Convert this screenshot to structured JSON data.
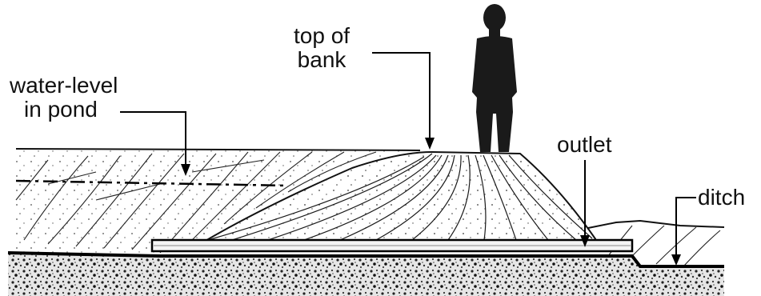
{
  "labels": {
    "water_level": [
      "water-level",
      "in pond"
    ],
    "top_of_bank": [
      "top of",
      "bank"
    ],
    "outlet": "outlet",
    "ditch": "ditch"
  }
}
